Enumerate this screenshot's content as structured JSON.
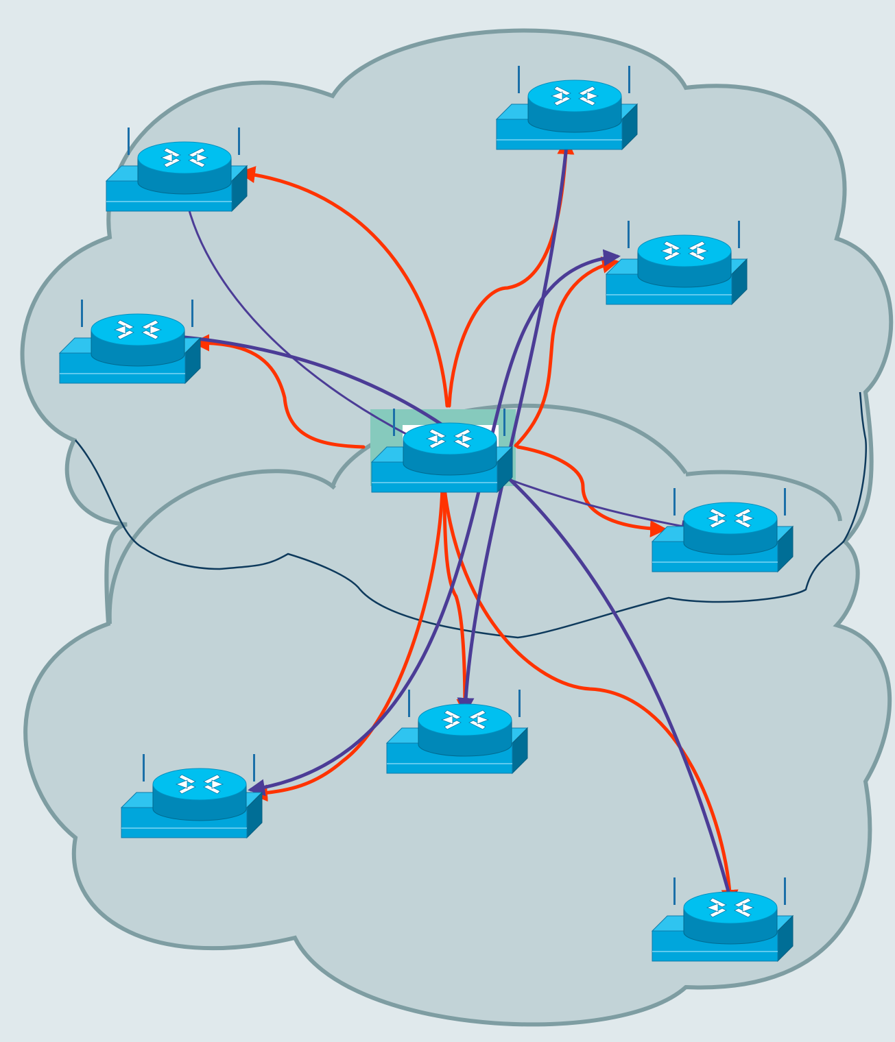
{
  "diagram": {
    "kind": "wireless mesh network topology",
    "colors": {
      "background": "#e0e9ec",
      "cloud_fill": "#c2d3d7",
      "cloud_stroke": "#7e9da2",
      "boundary_line": "#0e3a5c",
      "router_top": "#00c0f0",
      "router_body": "#0088b8",
      "router_base_front": "#00a6dc",
      "router_base_side": "#006e96",
      "antenna": "#1b6fa8",
      "link_red": "#ff3300",
      "link_purple": "#4b3c96",
      "highlight": "#86cabd"
    },
    "icons": [
      "wireless-router-icon",
      "arrow-cross-glyph"
    ],
    "nodes": [
      {
        "id": "router-top-left",
        "role": "wireless router"
      },
      {
        "id": "router-top-center",
        "role": "wireless router"
      },
      {
        "id": "router-right-upper",
        "role": "wireless router"
      },
      {
        "id": "router-left",
        "role": "wireless router"
      },
      {
        "id": "router-center",
        "role": "wireless router (highlighted source)"
      },
      {
        "id": "router-right-middle",
        "role": "wireless router"
      },
      {
        "id": "router-bottom-center",
        "role": "wireless router"
      },
      {
        "id": "router-bottom-left",
        "role": "wireless router"
      },
      {
        "id": "router-bottom-right",
        "role": "wireless router"
      }
    ],
    "links": [
      {
        "from": "router-center",
        "to": "router-top-left",
        "style": "red"
      },
      {
        "from": "router-center",
        "to": "router-top-center",
        "style": "red"
      },
      {
        "from": "router-center",
        "to": "router-right-upper",
        "style": "red"
      },
      {
        "from": "router-center",
        "to": "router-left",
        "style": "red"
      },
      {
        "from": "router-center",
        "to": "router-right-middle",
        "style": "red"
      },
      {
        "from": "router-center",
        "to": "router-bottom-center",
        "style": "red"
      },
      {
        "from": "router-center",
        "to": "router-bottom-left",
        "style": "red"
      },
      {
        "from": "router-center",
        "to": "router-bottom-right",
        "style": "red"
      },
      {
        "from": "router-bottom-center",
        "to": "router-top-center",
        "style": "purple"
      },
      {
        "from": "router-top-left",
        "to": "router-right-middle",
        "style": "purple"
      },
      {
        "from": "router-bottom-left",
        "to": "router-right-upper",
        "style": "purple"
      },
      {
        "from": "router-left",
        "to": "router-bottom-right",
        "style": "purple"
      }
    ]
  }
}
